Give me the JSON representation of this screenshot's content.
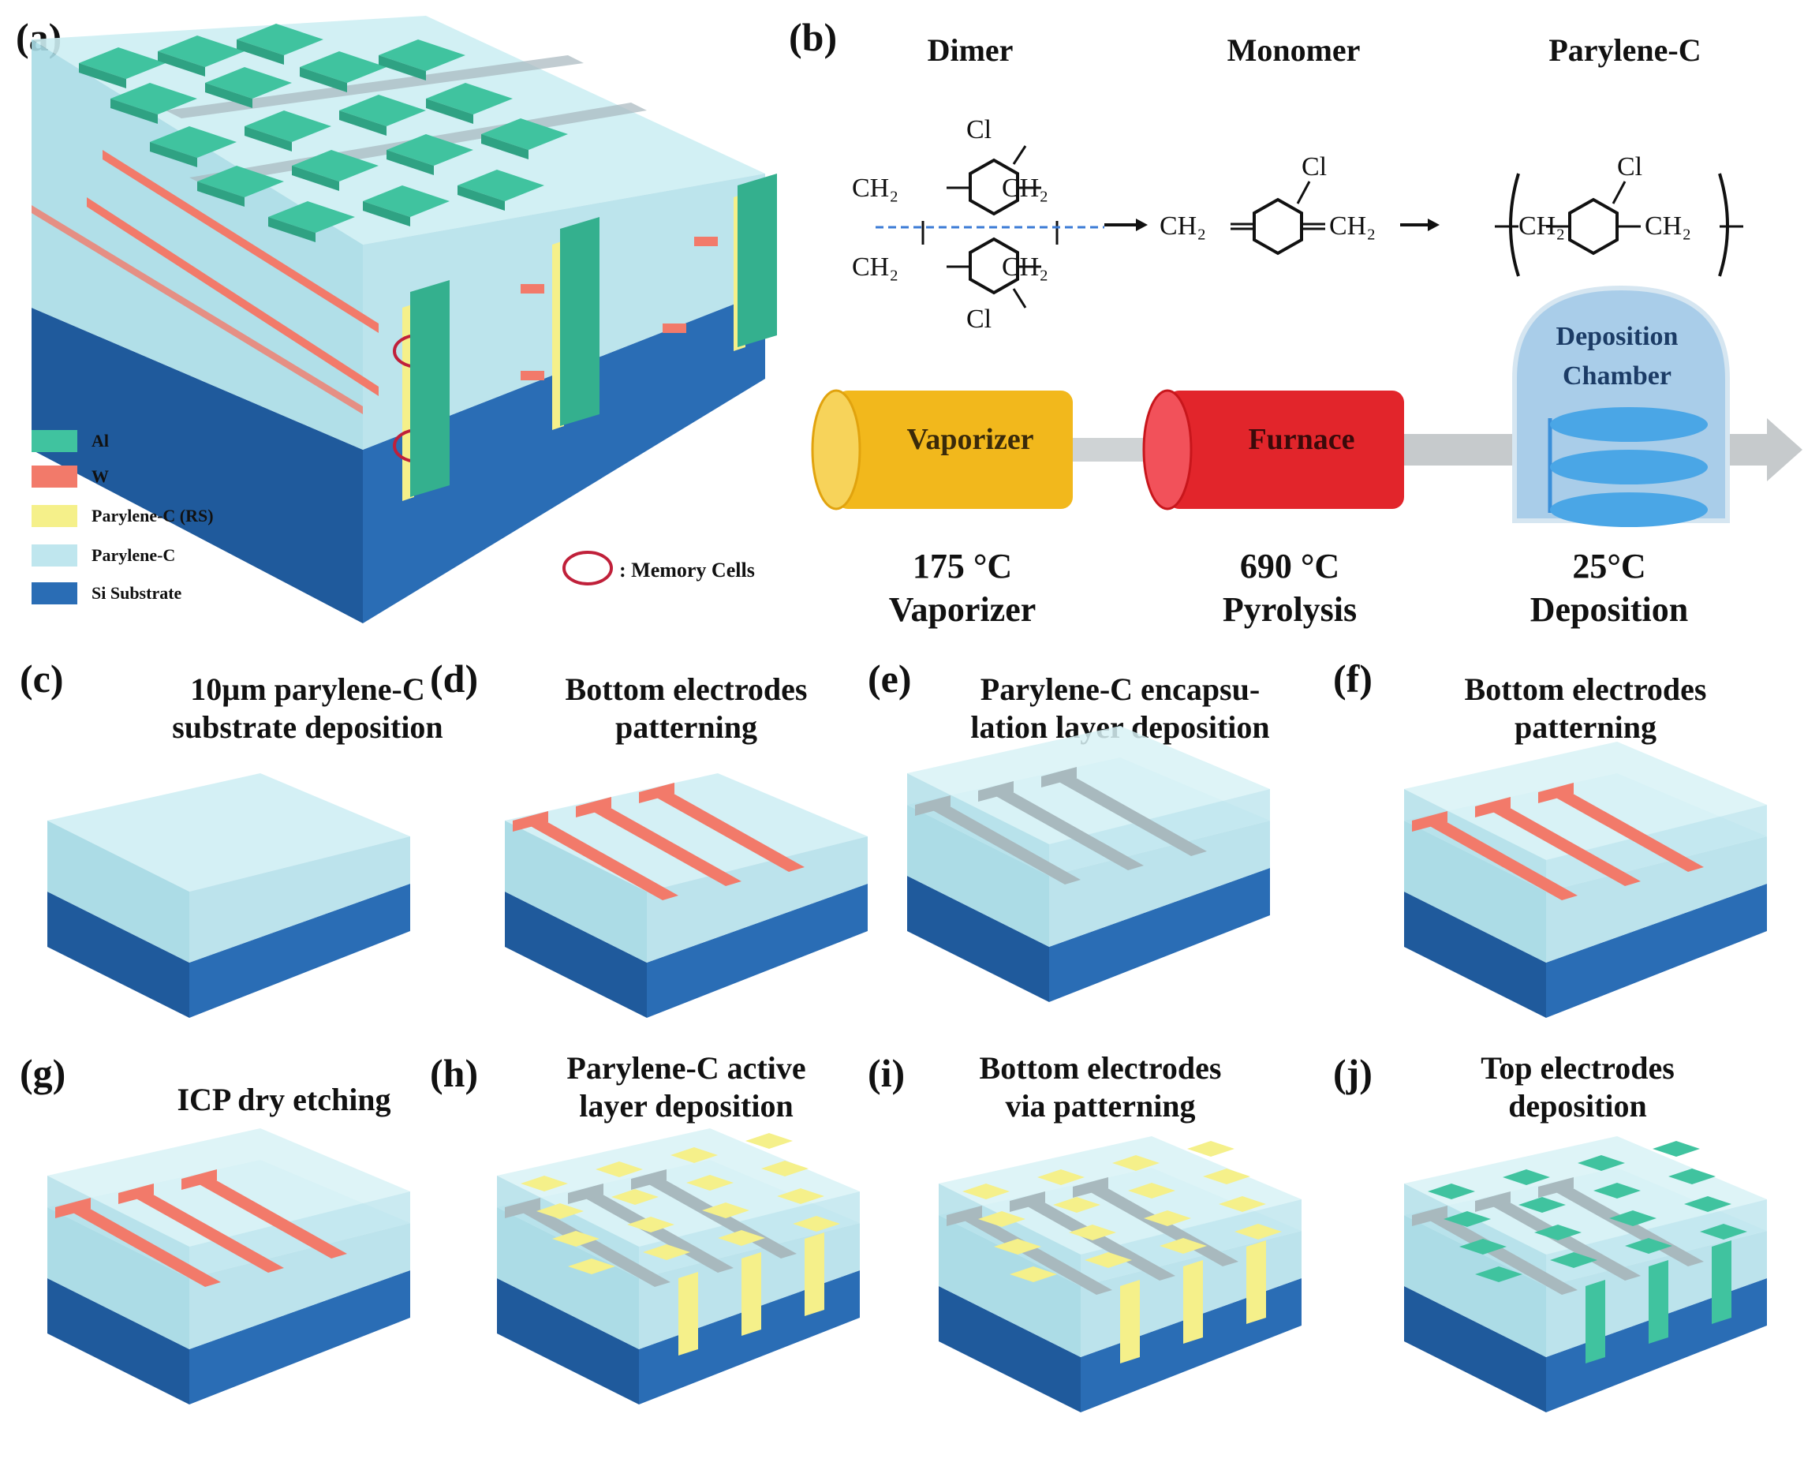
{
  "panel_labels": {
    "a": "(a)",
    "b": "(b)",
    "c": "(c)",
    "d": "(d)",
    "e": "(e)",
    "f": "(f)",
    "g": "(g)",
    "h": "(h)",
    "i": "(i)",
    "j": "(j)"
  },
  "legend": [
    {
      "label": "Al",
      "color": "#40c39f"
    },
    {
      "label": "W",
      "color": "#f27a6a"
    },
    {
      "label": "Parylene-C (RS)",
      "color": "#f5f08a"
    },
    {
      "label": "Parylene-C",
      "color": "#bfe6ee"
    },
    {
      "label": "Si Substrate",
      "color": "#2a6db5"
    }
  ],
  "memory_cells_label": ": Memory Cells",
  "chemistry": {
    "headers": {
      "dimer": "Dimer",
      "monomer": "Monomer",
      "polymer": "Parylene-C"
    },
    "cl": "Cl",
    "ch2": "CH₂"
  },
  "process": {
    "vaporizer": "Vaporizer",
    "furnace": "Furnace",
    "chamber_line1": "Deposition",
    "chamber_line2": "Chamber",
    "steps": [
      {
        "temp": "175 °C",
        "name": "Vaporizer"
      },
      {
        "temp": "690 °C",
        "name": "Pyrolysis"
      },
      {
        "temp": "25°C",
        "name": "Deposition"
      }
    ]
  },
  "steps": {
    "c": {
      "line1": "10µm parylene-C",
      "line2": "substrate deposition"
    },
    "d": {
      "line1": "Bottom electrodes",
      "line2": "patterning"
    },
    "e": {
      "line1": "Parylene-C encapsu-",
      "line2": "lation layer deposition"
    },
    "f": {
      "line1": "Bottom electrodes",
      "line2": "patterning"
    },
    "g": {
      "line1": "ICP dry etching",
      "line2": ""
    },
    "h": {
      "line1": "Parylene-C active",
      "line2": "layer deposition"
    },
    "i": {
      "line1": "Bottom electrodes",
      "line2": "via patterning"
    },
    "j": {
      "line1": "Top electrodes",
      "line2": "deposition"
    }
  },
  "colors": {
    "al": "#40c39f",
    "w": "#f27a6a",
    "rs": "#f5f08a",
    "parylene": "#bfe6ee",
    "si": "#2a6db5"
  }
}
